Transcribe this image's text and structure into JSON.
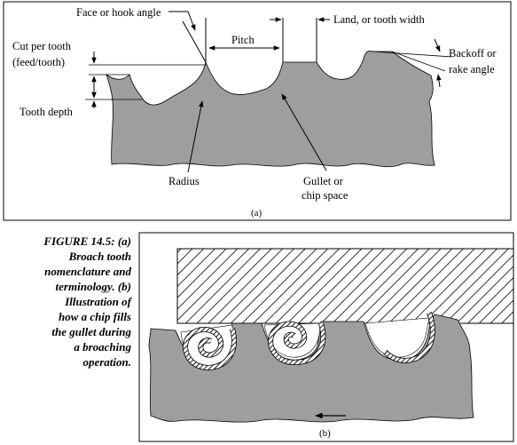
{
  "panel_a": {
    "labels": {
      "face_angle": "Face or hook angle",
      "pitch": "Pitch",
      "land": "Land, or tooth width",
      "cut_per_tooth_1": "Cut per tooth",
      "cut_per_tooth_2": "(feed/tooth)",
      "backoff_1": "Backoff or",
      "backoff_2": "rake angle",
      "tooth_depth": "Tooth depth",
      "radius": "Radius",
      "gullet_1": "Gullet or",
      "gullet_2": "chip space"
    },
    "sublabel": "(a)"
  },
  "caption": {
    "lines": [
      "FIGURE 14.5: (a)",
      "Broach tooth",
      "nomenclature and",
      "terminology. (b)",
      "Illustration of",
      "how a chip fills",
      "the gullet during",
      "a broaching",
      "operation."
    ]
  },
  "panel_b": {
    "sublabel": "(b)"
  },
  "colors": {
    "tool": "#9e9e9e",
    "line": "#000000",
    "hatch": "#000000",
    "background": "#ffffff"
  }
}
